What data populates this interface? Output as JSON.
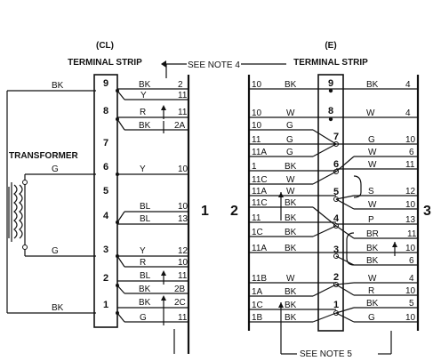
{
  "headers": {
    "left_code": "(CL)",
    "left_title": "TERMINAL STRIP",
    "right_code": "(E)",
    "right_title": "TERMINAL STRIP",
    "note_top": "SEE NOTE 4",
    "note_bottom": "SEE NOTE 5"
  },
  "section_numbers": [
    "1",
    "2",
    "3"
  ],
  "transformer_label": "TRANSFORMER",
  "left_strip": {
    "terminals": [
      "9",
      "8",
      "7",
      "6",
      "5",
      "4",
      "3",
      "2",
      "1"
    ],
    "outer_wires": [
      {
        "color": "BK"
      },
      {
        "color": "G"
      },
      {
        "color": "G"
      },
      {
        "color": "BK"
      }
    ],
    "rows": [
      {
        "color": "BK",
        "dest": "2"
      },
      {
        "color": "Y",
        "dest": "11"
      },
      {
        "color": "R",
        "dest": "11"
      },
      {
        "color": "BK",
        "dest": "2A"
      },
      {
        "color": "Y",
        "dest": "10"
      },
      {
        "color": "BL",
        "dest": "10"
      },
      {
        "color": "BL",
        "dest": "13"
      },
      {
        "color": "Y",
        "dest": "12"
      },
      {
        "color": "R",
        "dest": "10"
      },
      {
        "color": "BL",
        "dest": "11"
      },
      {
        "color": "BK",
        "dest": "2B"
      },
      {
        "color": "BK",
        "dest": "2C"
      },
      {
        "color": "G",
        "dest": "11"
      }
    ]
  },
  "right_strip": {
    "terminals": [
      "9",
      "8",
      "7",
      "6",
      "5",
      "4",
      "3",
      "2",
      "1"
    ],
    "left_rows": [
      {
        "dest": "10",
        "color": "BK"
      },
      {
        "dest": "10",
        "color": "W"
      },
      {
        "dest": "10",
        "color": "G"
      },
      {
        "dest": "11",
        "color": "G"
      },
      {
        "dest": "11A",
        "color": "G"
      },
      {
        "dest": "1",
        "color": "BK"
      },
      {
        "dest": "11C",
        "color": "W"
      },
      {
        "dest": "11A",
        "color": "W"
      },
      {
        "dest": "11C",
        "color": "BK"
      },
      {
        "dest": "11",
        "color": "BK"
      },
      {
        "dest": "1C",
        "color": "BK"
      },
      {
        "dest": "11A",
        "color": "BK"
      },
      {
        "dest": "11B",
        "color": "W"
      },
      {
        "dest": "1A",
        "color": "BK"
      },
      {
        "dest": "1C",
        "color": "BK"
      },
      {
        "dest": "1B",
        "color": "BK"
      }
    ],
    "right_rows": [
      {
        "color": "BK",
        "dest": "4"
      },
      {
        "color": "W",
        "dest": "4"
      },
      {
        "color": "G",
        "dest": "10"
      },
      {
        "color": "W",
        "dest": "6"
      },
      {
        "color": "W",
        "dest": "11"
      },
      {
        "color": "S",
        "dest": "12"
      },
      {
        "color": "W",
        "dest": "10"
      },
      {
        "color": "P",
        "dest": "13"
      },
      {
        "color": "BR",
        "dest": "11"
      },
      {
        "color": "BK",
        "dest": "10"
      },
      {
        "color": "BK",
        "dest": "6"
      },
      {
        "color": "W",
        "dest": "4"
      },
      {
        "color": "R",
        "dest": "10"
      },
      {
        "color": "BK",
        "dest": "5"
      },
      {
        "color": "G",
        "dest": "10"
      }
    ]
  }
}
